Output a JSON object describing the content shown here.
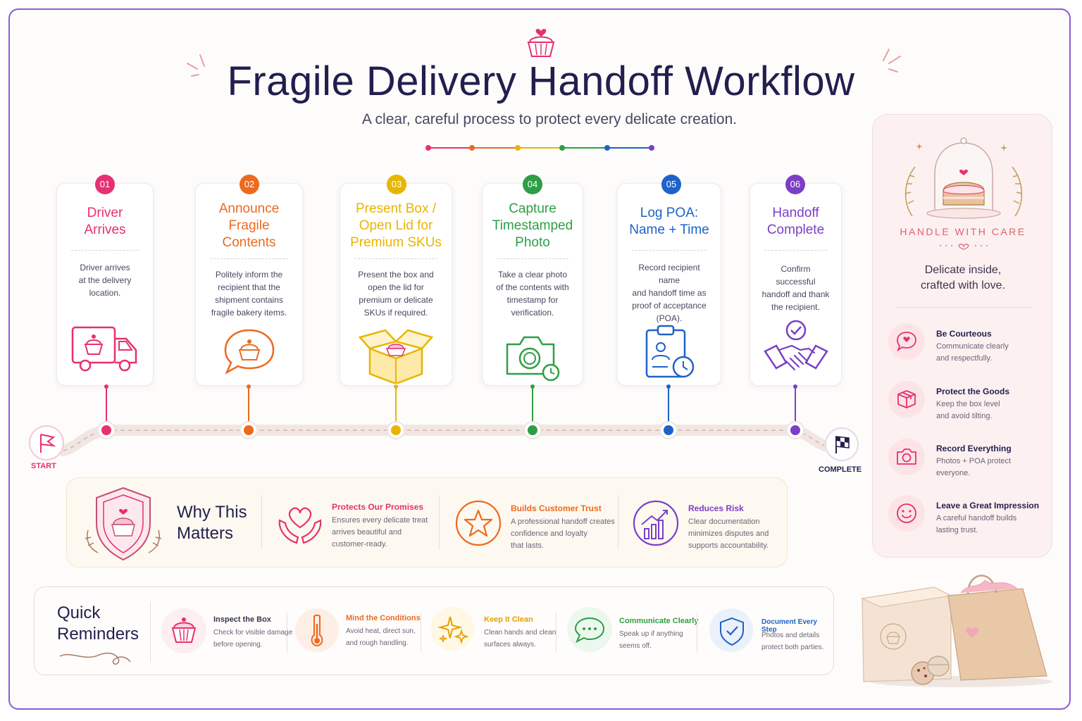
{
  "header": {
    "title": "Fragile Delivery Handoff Workflow",
    "subtitle": "A clear, careful process to protect every delicate creation."
  },
  "colors": {
    "step1": "#e6306f",
    "step2": "#ec6a1f",
    "step3": "#e8b500",
    "step4": "#2e9e45",
    "step5": "#1e62c8",
    "step6": "#7b3fc6",
    "navy": "#221f4f"
  },
  "steps": [
    {
      "number": "01",
      "title_lines": [
        "Driver",
        "Arrives"
      ],
      "description_lines": [
        "Driver arrives",
        "at the delivery",
        "location."
      ],
      "icon": "delivery-truck-icon"
    },
    {
      "number": "02",
      "title_lines": [
        "Announce",
        "Fragile",
        "Contents"
      ],
      "description_lines": [
        "Politely inform the",
        "recipient that the",
        "shipment contains",
        "fragile bakery items."
      ],
      "icon": "speech-bubble-cupcake-icon"
    },
    {
      "number": "03",
      "title_lines": [
        "Present Box /",
        "Open Lid for",
        "Premium SKUs"
      ],
      "description_lines": [
        "Present the box and",
        "open the lid for",
        "premium or delicate",
        "SKUs if required."
      ],
      "icon": "open-box-icon"
    },
    {
      "number": "04",
      "title_lines": [
        "Capture",
        "Timestamped",
        "Photo"
      ],
      "description_lines": [
        "Take a clear photo",
        "of the contents with",
        "timestamp for",
        "verification."
      ],
      "icon": "camera-clock-icon"
    },
    {
      "number": "05",
      "title_lines": [
        "Log POA:",
        "Name + Time"
      ],
      "description_lines": [
        "Record recipient name",
        "and handoff time as",
        "proof of acceptance",
        "(POA)."
      ],
      "icon": "clipboard-clock-icon"
    },
    {
      "number": "06",
      "title_lines": [
        "Handoff",
        "Complete"
      ],
      "description_lines": [
        "Confirm successful",
        "handoff and thank",
        "the recipient."
      ],
      "icon": "handshake-check-icon"
    }
  ],
  "timeline": {
    "start_label": "START",
    "end_label": "COMPLETE"
  },
  "why": {
    "title_lines": [
      "Why This",
      "Matters"
    ],
    "items": [
      {
        "title": "Protects Our Promises",
        "description_lines": [
          "Ensures every delicate treat",
          "arrives beautiful and",
          "customer-ready."
        ],
        "icon": "heart-hands-icon",
        "color": "#e6306f"
      },
      {
        "title": "Builds Customer Trust",
        "description_lines": [
          "A professional handoff creates",
          "confidence and loyalty",
          "that lasts."
        ],
        "icon": "star-icon",
        "color": "#ec6a1f"
      },
      {
        "title": "Reduces Risk",
        "description_lines": [
          "Clear documentation",
          "minimizes disputes and",
          "supports accountability."
        ],
        "icon": "growth-chart-icon",
        "color": "#7b3fc6"
      }
    ]
  },
  "quick": {
    "title_lines": [
      "Quick",
      "Reminders"
    ],
    "items": [
      {
        "title": "Inspect the Box",
        "description_lines": [
          "Check for visible damage",
          "before opening."
        ],
        "icon": "cupcake-icon",
        "color": "#3a3550"
      },
      {
        "title": "Mind the Conditions",
        "description_lines": [
          "Avoid heat, direct sun,",
          "and rough handling."
        ],
        "icon": "thermometer-icon",
        "color": "#ec6a1f"
      },
      {
        "title": "Keep It Clean",
        "description_lines": [
          "Clean hands and clean",
          "surfaces always."
        ],
        "icon": "sparkles-icon",
        "color": "#e8a000"
      },
      {
        "title": "Communicate Clearly",
        "description_lines": [
          "Speak up if anything",
          "seems off."
        ],
        "icon": "chat-bubble-icon",
        "color": "#2e9e45"
      },
      {
        "title": "Document Every Step",
        "description_lines": [
          "Photos and details",
          "protect both parties."
        ],
        "icon": "shield-check-icon",
        "color": "#1e62c8"
      }
    ]
  },
  "side": {
    "heading": "HANDLE WITH CARE",
    "tagline_lines": [
      "Delicate inside,",
      "crafted with love."
    ],
    "items": [
      {
        "title": "Be Courteous",
        "description_lines": [
          "Communicate clearly",
          "and respectfully."
        ],
        "icon": "heart-chat-icon"
      },
      {
        "title": "Protect the Goods",
        "description_lines": [
          "Keep the box level",
          "and avoid tilting."
        ],
        "icon": "box-icon"
      },
      {
        "title": "Record Everything",
        "description_lines": [
          "Photos + POA protect",
          "everyone."
        ],
        "icon": "camera-icon"
      },
      {
        "title": "Leave a Great Impression",
        "description_lines": [
          "A careful handoff builds",
          "lasting trust."
        ],
        "icon": "smile-icon"
      }
    ]
  }
}
